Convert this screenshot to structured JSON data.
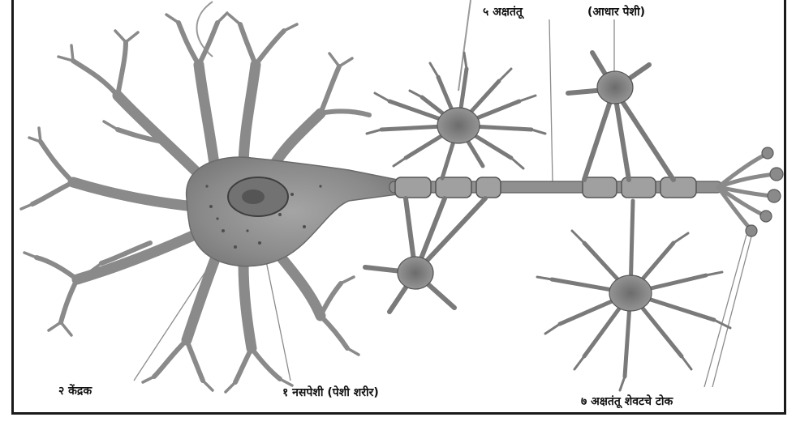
{
  "diagram": {
    "labels": {
      "nucleus": "२ केंद्रक",
      "cell_body": "१ नसपेशी (पेशी शरीर)",
      "axon": "५ अक्षतंतू",
      "support_cell": "(आधार पेशी)",
      "axon_terminal": "७ अक्षतंतू शेवटचे टोक"
    },
    "colors": {
      "cell_fill": "#8a8a8a",
      "cell_dark": "#5e5e5e",
      "cell_light": "#b4b4b4",
      "nucleus_fill": "#6f6f6f",
      "frame": "#1a1a1a",
      "pointer": "#8c8c8c"
    }
  }
}
